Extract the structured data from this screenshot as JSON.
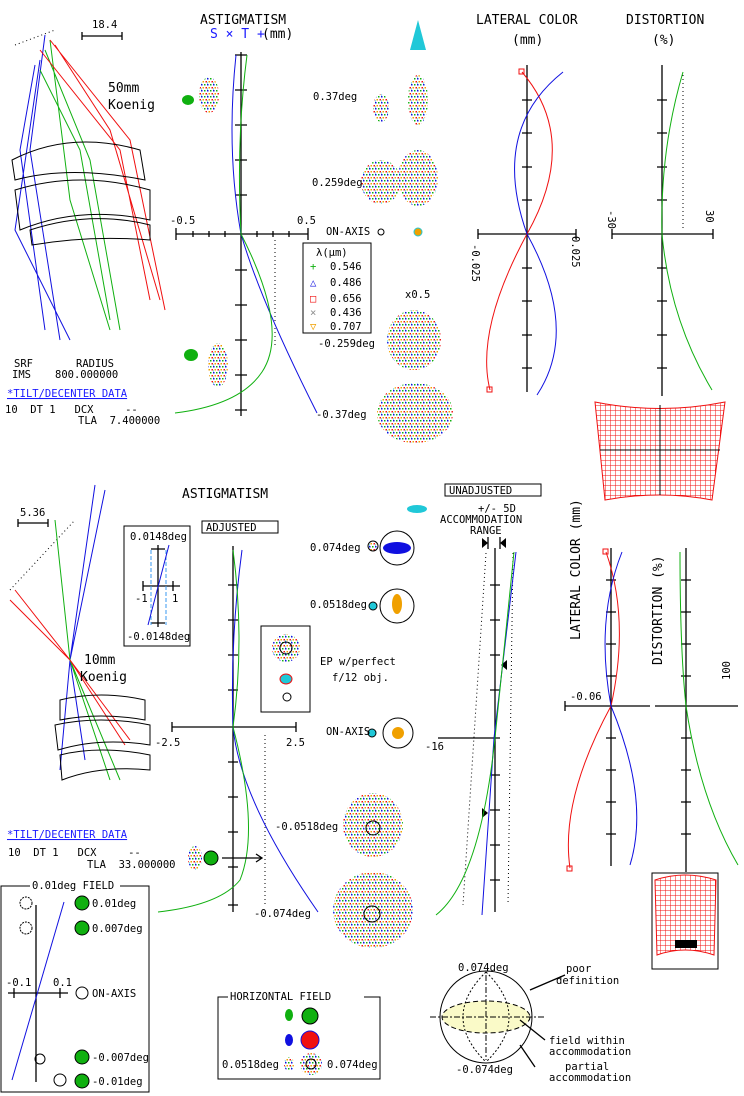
{
  "top": {
    "scale_label": "18.4",
    "lens_name": [
      "50mm",
      "Koenig"
    ],
    "astigmatism": {
      "title": "ASTIGMATISM",
      "legend": "S × T +",
      "units": "(mm)",
      "xmin": "-0.5",
      "xmax": "0.5"
    },
    "fields": [
      "0.37deg",
      "0.259deg",
      "ON-AXIS",
      "-0.259deg",
      "-0.37deg"
    ],
    "wavelength_legend": {
      "header": "λ(μm)",
      "entries": [
        {
          "symbol": "+",
          "value": "0.546",
          "color": "#10b010"
        },
        {
          "symbol": "△",
          "value": "0.486",
          "color": "#1010e0"
        },
        {
          "symbol": "□",
          "value": "0.656",
          "color": "#f01010"
        },
        {
          "symbol": "×",
          "value": "0.436",
          "color": "#909090"
        },
        {
          "symbol": "▽",
          "value": "0.707",
          "color": "#f0a000"
        }
      ]
    },
    "spot_scale": "x0.5",
    "lateral_color": {
      "title": "LATERAL COLOR",
      "units": "(mm)",
      "xmin": "-0.025",
      "xmax": "0.025"
    },
    "distortion": {
      "title": "DISTORTION",
      "units": "(%)",
      "xmin": "-30",
      "xmax": "30"
    },
    "surface_table": {
      "col1": "SRF",
      "col2": "RADIUS",
      "row_srf": "IMS",
      "row_radius": "800.000000"
    },
    "tilt_link": "*TILT/DECENTER DATA",
    "tilt_row1": "10  DT 1   DCX     --",
    "tilt_row2": "TLA  7.400000"
  },
  "bottom": {
    "scale_label": "5.36",
    "lens_name": [
      "10mm",
      "Koenig"
    ],
    "astigmatism": {
      "title": "ASTIGMATISM",
      "xmin": "-2.5",
      "xmax": "2.5"
    },
    "adjusted_label": "ADJUSTED",
    "unadjusted_label": "UNADJUSTED",
    "accommodation": [
      "+/- 5D",
      "ACCOMMODATION",
      "RANGE"
    ],
    "unadjusted_xmin": "-16",
    "inset": {
      "top": "0.0148deg",
      "bottom": "-0.0148deg",
      "xmin": "-1",
      "xmax": "1"
    },
    "fields": [
      "0.074deg",
      "0.0518deg",
      "ON-AXIS",
      "-0.0518deg",
      "-0.074deg"
    ],
    "ep_note": [
      "EP w/perfect",
      "f/12 obj."
    ],
    "lateral_color": {
      "title": "LATERAL COLOR (mm)",
      "xmin": "-0.06"
    },
    "distortion": {
      "title": "DISTORTION (%)",
      "xmax": "100"
    },
    "tilt_link": "*TILT/DECENTER DATA",
    "tilt_row1": "10  DT 1   DCX     --",
    "tilt_row2": "TLA  33.000000",
    "field_box": {
      "title": "0.01deg FIELD",
      "labels": [
        "0.01deg",
        "0.007deg",
        "ON-AXIS",
        "-0.007deg",
        "-0.01deg"
      ],
      "xmin": "-0.1",
      "xmax": "0.1"
    },
    "horizontal_field": {
      "title": "HORIZONTAL FIELD",
      "left": "0.0518deg",
      "right": "0.074deg"
    },
    "sphere": {
      "top": "0.074deg",
      "bottom": "-0.074deg",
      "poor": [
        "poor",
        "definition"
      ],
      "within": [
        "field within",
        "accommodation"
      ],
      "partial": [
        "partial",
        "accommodation"
      ]
    }
  }
}
